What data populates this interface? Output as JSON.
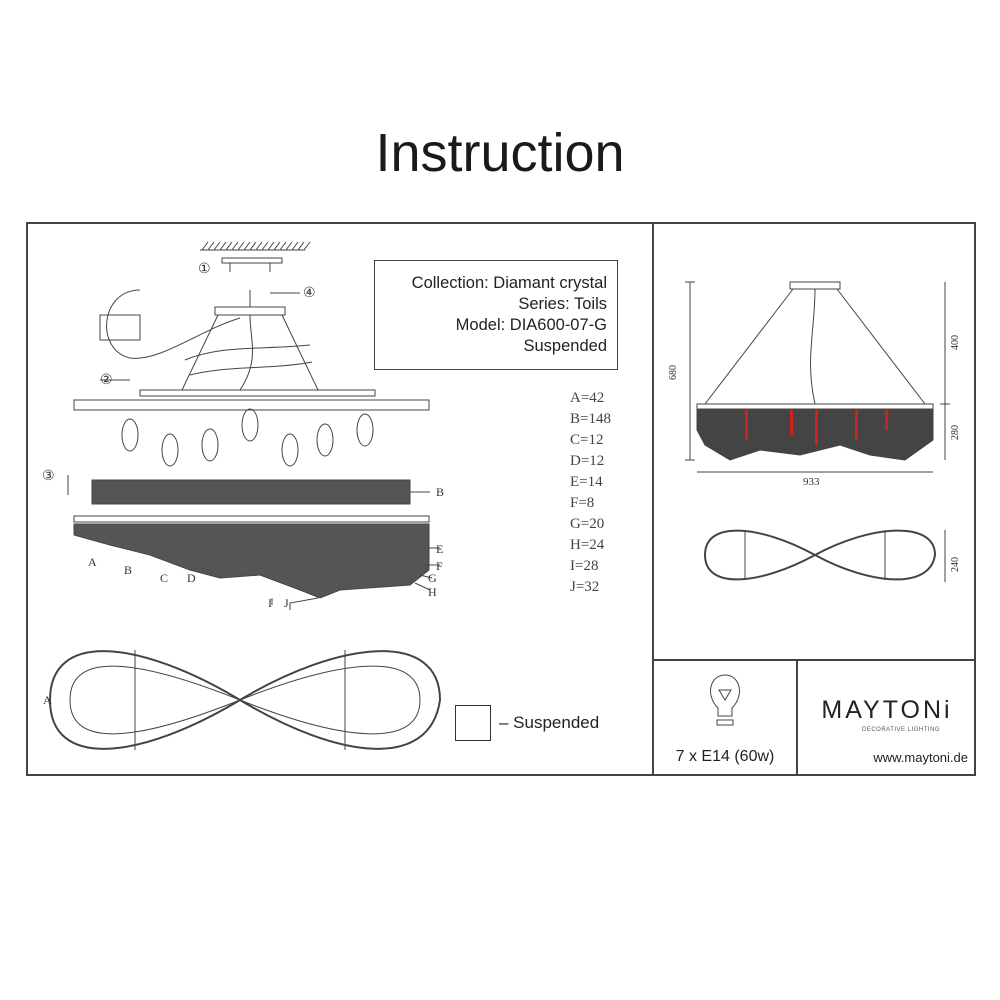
{
  "page_title": "Instruction",
  "info": {
    "collection": "Collection: Diamant crystal",
    "series": "Series: Toils",
    "model": "Model: DIA600-07-G",
    "type": "Suspended"
  },
  "crystal_counts": [
    "A=42",
    "B=148",
    "C=12",
    "D=12",
    "E=14",
    "F=8",
    "G=20",
    "H=24",
    "I=28",
    "J=32"
  ],
  "steps": [
    "①",
    "②",
    "③",
    "④"
  ],
  "dimensions": {
    "total_height": "680",
    "suspension": "400",
    "body_height": "280",
    "width": "933",
    "depth": "240"
  },
  "legend": {
    "suspended_label": "– Suspended"
  },
  "bulb": {
    "spec": "7 x E14 (60w)"
  },
  "brand": {
    "name": "MAYTONi",
    "tagline": "DECORATIVE LIGHTING",
    "url": "www.maytoni.de"
  },
  "accent_color": "#c0392b"
}
